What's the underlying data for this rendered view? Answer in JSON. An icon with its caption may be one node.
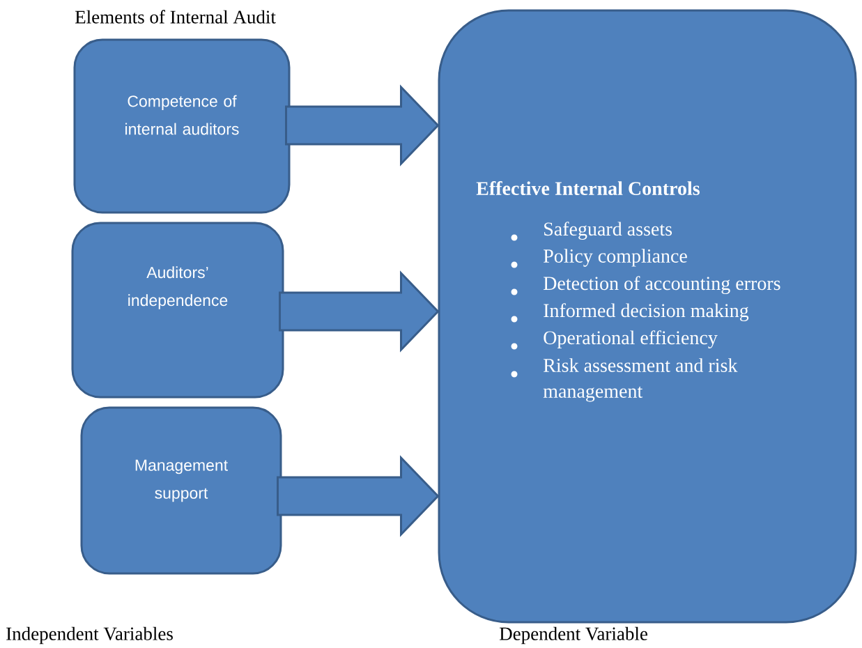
{
  "diagram": {
    "nodes": [
      {
        "text": [
          "Competence of internal auditors"
        ]
      },
      {
        "text": [
          "Auditors’ independence"
        ]
      },
      {
        "text": [
          "Management support"
        ]
      },
      {
        "text": [
          "Effective Internal Controls",
          "Safeguard assets",
          "Policy compliance",
          "Detection of accounting errors",
          "Informed decision making",
          "Operational efficiency",
          "Risk assessment and risk management"
        ]
      }
    ],
    "edges": [
      {
        "from": 0,
        "to": 3,
        "arrow": "to"
      },
      {
        "from": 1,
        "to": 3,
        "arrow": "to"
      },
      {
        "from": 2,
        "to": 3,
        "arrow": "to"
      }
    ],
    "labels": [
      "Elements of Internal Audit",
      "Independent Variables",
      "Dependent Variable"
    ]
  }
}
